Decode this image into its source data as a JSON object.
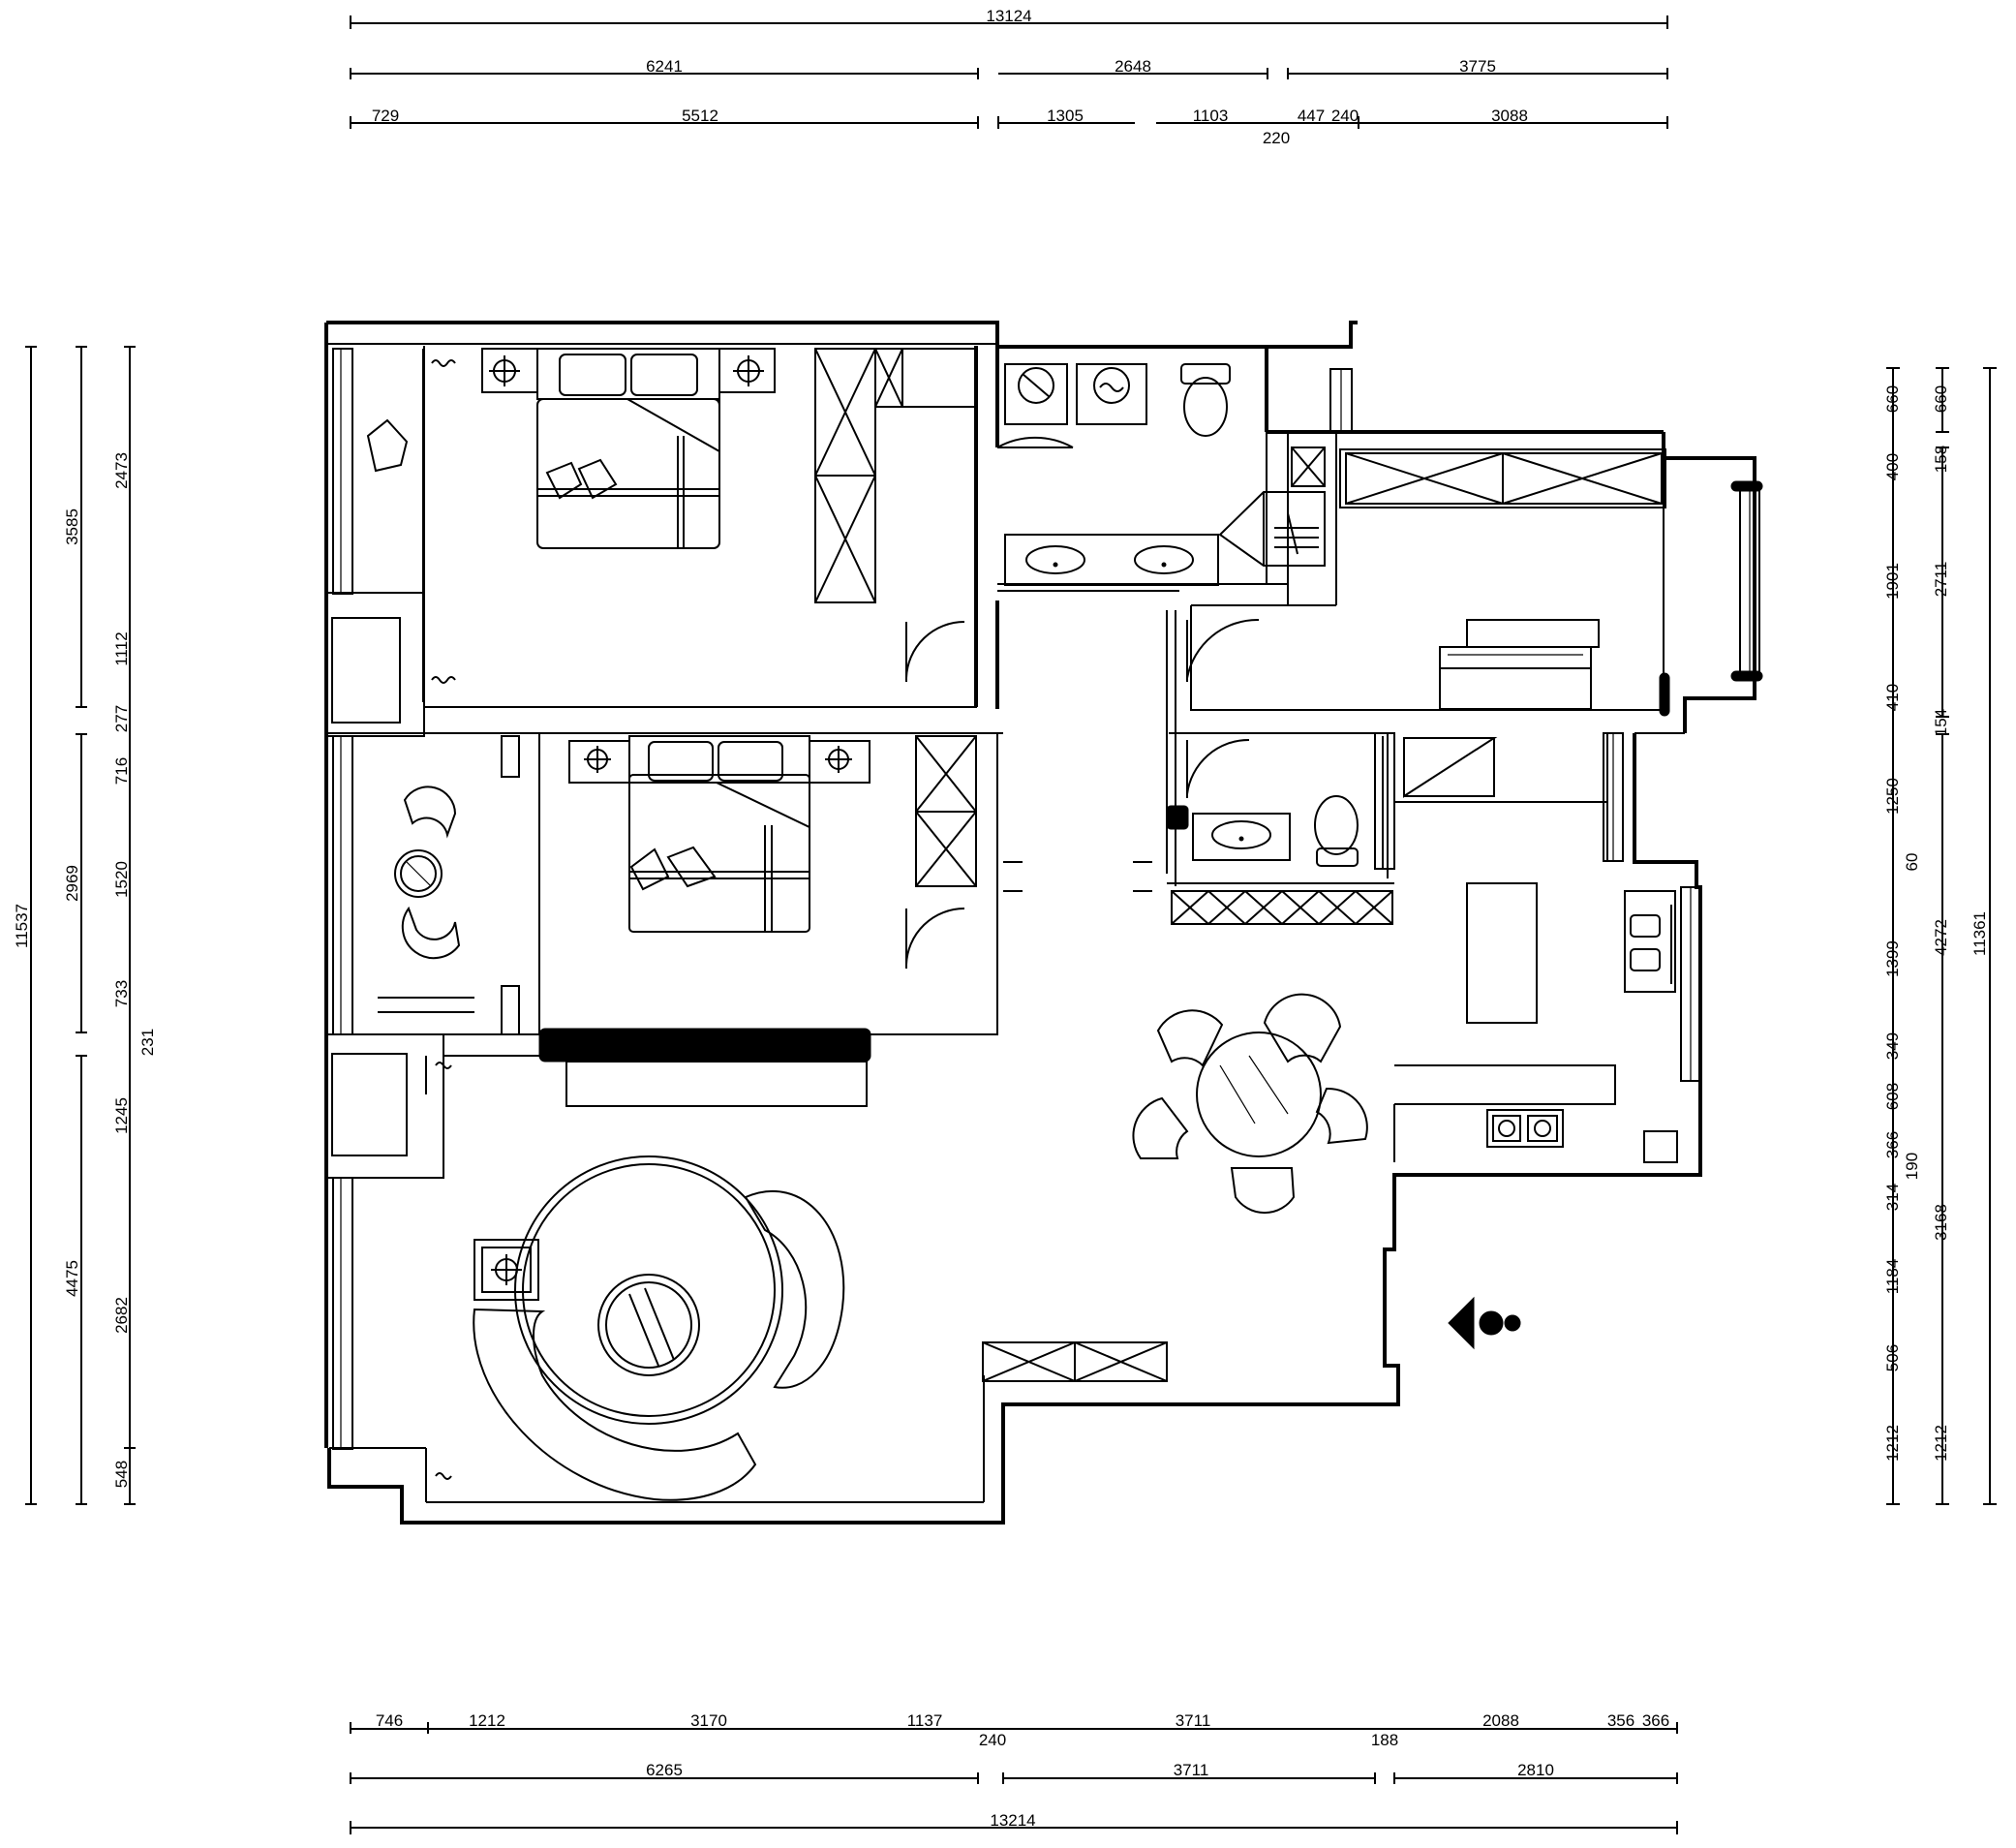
{
  "dimensions": {
    "top": {
      "overall": "13124",
      "row2": [
        "6241",
        "2648",
        "3775"
      ],
      "row3": [
        "729",
        "5512",
        "1305",
        "1103",
        "447",
        "240",
        "3088"
      ],
      "row3_extra": "220"
    },
    "bottom": {
      "row1": [
        "746",
        "1212",
        "3170",
        "1137",
        "3711",
        "2088",
        "356",
        "366"
      ],
      "row1_extra": [
        "240",
        "188"
      ],
      "row2": [
        "6265",
        "3711",
        "2810"
      ],
      "overall": "13214"
    },
    "left": {
      "overall": "11537",
      "col2": [
        "3585",
        "2969",
        "4475"
      ],
      "col3": [
        "2473",
        "1112",
        "277",
        "716",
        "1520",
        "733",
        "231",
        "1245",
        "2682",
        "548"
      ]
    },
    "right": {
      "col1": [
        "660",
        "400",
        "1901",
        "410",
        "1250",
        "1399",
        "349",
        "608",
        "366",
        "314",
        "1184",
        "506",
        "1212"
      ],
      "col2": [
        "660",
        "158",
        "2711",
        "154",
        "60",
        "4272",
        "190",
        "3168",
        "1212"
      ],
      "overall": "11361"
    }
  },
  "icons": {
    "compass": "north-arrow-icon"
  }
}
